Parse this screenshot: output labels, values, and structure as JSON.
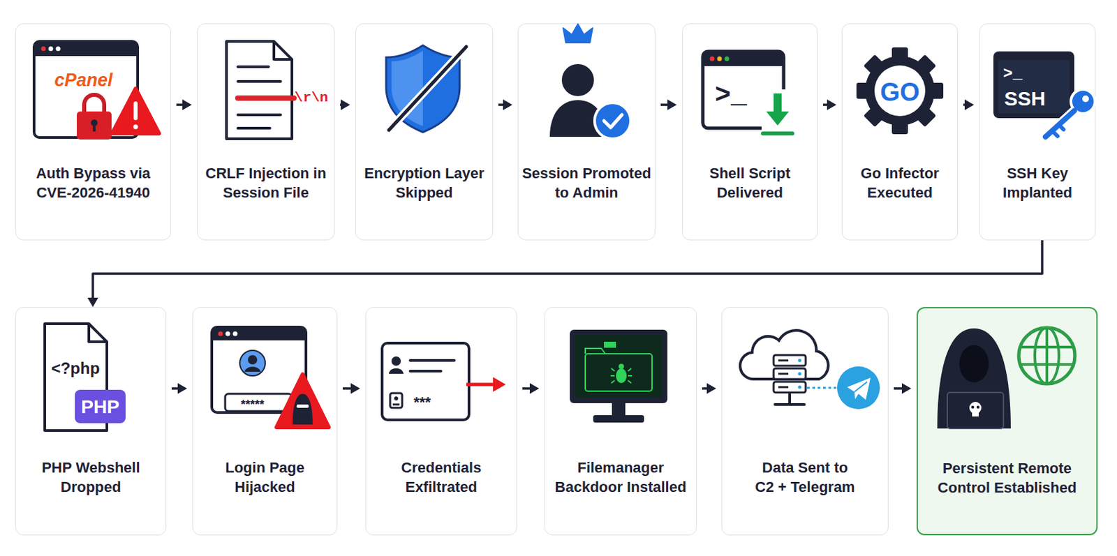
{
  "diagram": {
    "nodes": [
      {
        "text": [
          "Auth Bypass via CVE-2026-41940"
        ]
      },
      {
        "text": [
          "CRLF Injection in Session File"
        ]
      },
      {
        "text": [
          "Encryption Layer Skipped"
        ]
      },
      {
        "text": [
          "Session Promoted to Admin"
        ]
      },
      {
        "text": [
          "Shell Script Delivered"
        ]
      },
      {
        "text": [
          "Go Infector Executed"
        ]
      },
      {
        "text": [
          "SSH Key Implanted"
        ]
      },
      {
        "text": [
          "PHP Webshell Dropped"
        ]
      },
      {
        "text": [
          "Login Page Hijacked"
        ]
      },
      {
        "text": [
          "Credentials Exfiltrated"
        ]
      },
      {
        "text": [
          "Filemanager Backdoor Installed"
        ]
      },
      {
        "text": [
          "Data Sent to C2 + Telegram"
        ]
      },
      {
        "text": [
          "Persistent Remote Control Established"
        ]
      }
    ],
    "edges": [
      {
        "from": 0,
        "to": 1,
        "arrow": "to"
      },
      {
        "from": 1,
        "to": 2,
        "arrow": "to"
      },
      {
        "from": 2,
        "to": 3,
        "arrow": "to"
      },
      {
        "from": 3,
        "to": 4,
        "arrow": "to"
      },
      {
        "from": 4,
        "to": 5,
        "arrow": "to"
      },
      {
        "from": 5,
        "to": 6,
        "arrow": "to"
      },
      {
        "from": 6,
        "to": 7,
        "arrow": "to"
      },
      {
        "from": 7,
        "to": 8,
        "arrow": "to"
      },
      {
        "from": 8,
        "to": 9,
        "arrow": "to"
      },
      {
        "from": 9,
        "to": 10,
        "arrow": "to"
      },
      {
        "from": 10,
        "to": 11,
        "arrow": "to"
      },
      {
        "from": 11,
        "to": 12,
        "arrow": "to"
      }
    ],
    "labels": [
      "cPanel",
      "\\r\\n",
      ">_",
      "GO",
      ">_",
      "SSH",
      "<?php",
      "PHP",
      "*****",
      "***"
    ]
  }
}
